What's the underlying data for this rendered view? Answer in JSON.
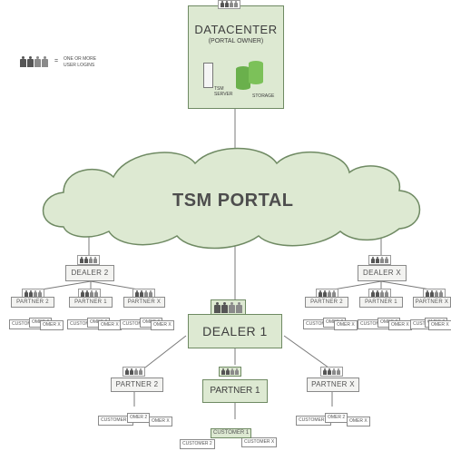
{
  "datacenter": {
    "title": "DATACENTER",
    "subtitle": "(PORTAL OWNER)",
    "server_label": "TSM SERVER",
    "storage_label": "STORAGE"
  },
  "legend": {
    "text_line1": "ONE OR MORE",
    "text_line2": "USER LOGINS",
    "equals": "="
  },
  "portal": {
    "label": "TSM PORTAL"
  },
  "dealer_left": {
    "label": "DEALER 2",
    "partners": [
      "PARTNER 2",
      "PARTNER 1",
      "PARTNER X"
    ],
    "customers": [
      "CUSTOMER 1",
      "OMER 2",
      "OMER X"
    ]
  },
  "dealer_right": {
    "label": "DEALER X",
    "partners": [
      "PARTNER 2",
      "PARTNER 1",
      "PARTNER X"
    ],
    "customers": [
      "CUSTOMER 1",
      "OMER 2",
      "OMER X"
    ]
  },
  "dealer_main": {
    "label": "DEALER 1",
    "partner_left": {
      "label": "PARTNER 2",
      "customers": [
        "CUSTOMER 1",
        "OMER 2",
        "OMER X"
      ]
    },
    "partner_center": {
      "label": "PARTNER 1",
      "customers": [
        "CUSTOMER 1",
        "CUSTOMER 2",
        "CUSTOMER X"
      ]
    },
    "partner_right": {
      "label": "PARTNER X",
      "customers": [
        "CUSTOMER 1",
        "OMER 2",
        "OMER X"
      ]
    }
  },
  "colors": {
    "green_fill": "#dde9d2",
    "green_border": "#6f8a63",
    "line": "#7a7a7a"
  }
}
